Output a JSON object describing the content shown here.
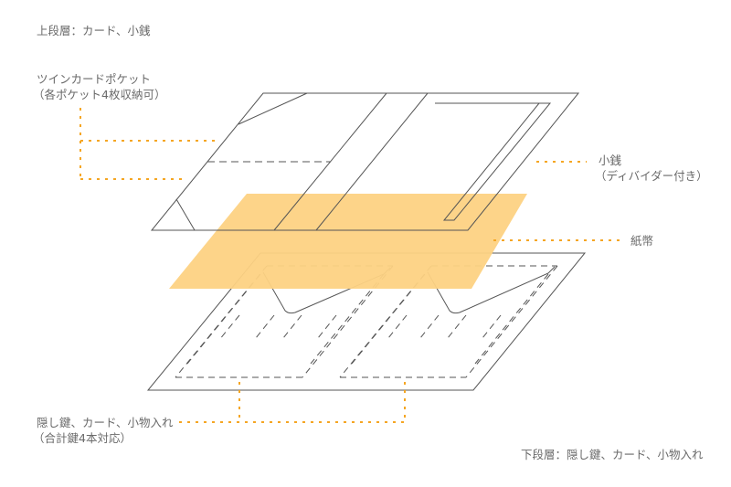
{
  "labels": {
    "upper_layer": "上段層：カード、小銭",
    "twin_pocket_line1": "ツインカードポケット",
    "twin_pocket_line2": "（各ポケット4枚収納可）",
    "coins_line1": "小銭",
    "coins_line2": "（ディバイダー付き）",
    "bills": "紙幣",
    "hidden_line1": "隠し鍵、カード、小物入れ",
    "hidden_line2": "（合計鍵4本対応）",
    "lower_layer": "下段層：隠し鍵、カード、小物入れ"
  },
  "colors": {
    "accent": "#f5a623",
    "bill_fill": "#fdd283",
    "stroke": "#555555",
    "text": "#6a6a6a"
  }
}
